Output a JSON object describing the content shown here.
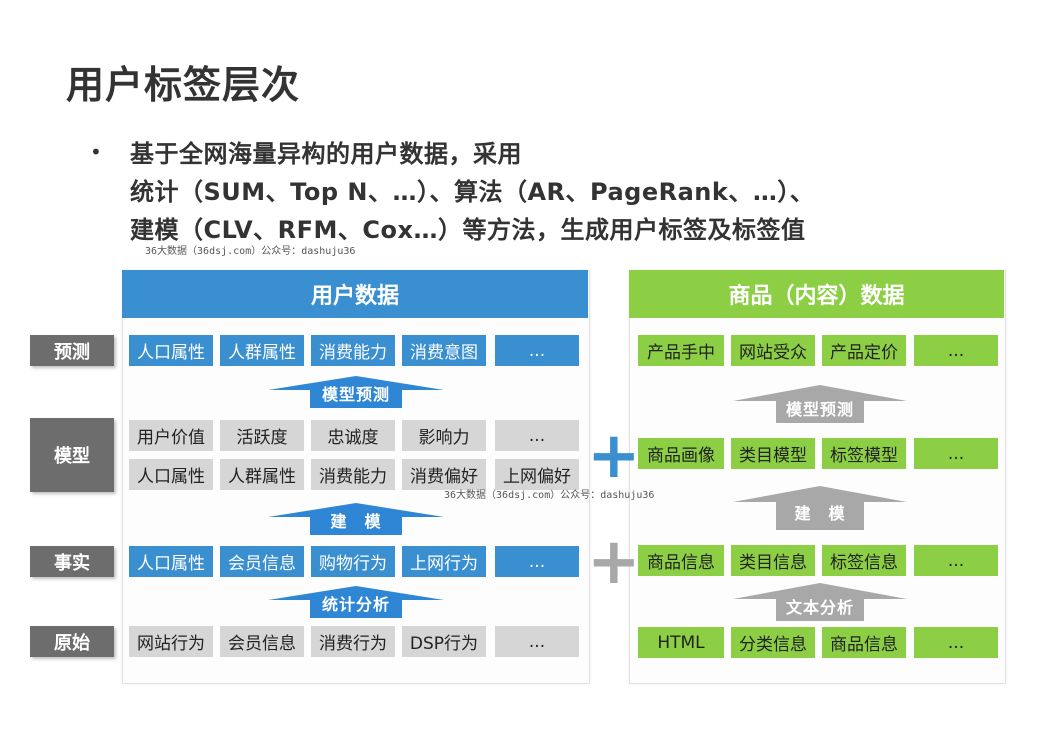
{
  "title": "用户标签层次",
  "bullet": {
    "line1": "基于全网海量异构的用户数据，采用",
    "line2": "统计（SUM、Top N、…）、算法（AR、PageRank、…）、",
    "line3": "建模（CLV、RFM、Cox…）等方法，生成用户标签及标签值"
  },
  "watermarks": {
    "w1": "36大数据（36dsj.com）公众号：dashuju36",
    "w2": "36大数据（36dsj.com）公众号：dashuju36"
  },
  "row_labels": [
    "预测",
    "模型",
    "事实",
    "原始"
  ],
  "user_panel": {
    "header": "用户数据",
    "predict": [
      "人口属性",
      "人群属性",
      "消费能力",
      "消费意图",
      "..."
    ],
    "model_row1": [
      "用户价值",
      "活跃度",
      "忠诚度",
      "影响力",
      "..."
    ],
    "model_row2": [
      "人口属性",
      "人群属性",
      "消费能力",
      "消费偏好",
      "上网偏好"
    ],
    "fact": [
      "人口属性",
      "会员信息",
      "购物行为",
      "上网行为",
      "..."
    ],
    "raw": [
      "网站行为",
      "会员信息",
      "消费行为",
      "DSP行为",
      "..."
    ],
    "arrows": [
      "模型预测",
      "建　模",
      "统计分析"
    ]
  },
  "product_panel": {
    "header": "商品（内容）数据",
    "predict": [
      "产品手中",
      "网站受众",
      "产品定价",
      "..."
    ],
    "model": [
      "商品画像",
      "类目模型",
      "标签模型",
      "..."
    ],
    "fact": [
      "商品信息",
      "类目信息",
      "标签信息",
      "..."
    ],
    "raw": [
      "HTML",
      "分类信息",
      "商品信息",
      "..."
    ],
    "arrows": [
      "模型预测",
      "建　模",
      "文本分析"
    ]
  },
  "plus_signs": [
    "+",
    "+"
  ],
  "colors": {
    "user_header": "#3a8fd1",
    "product_header": "#8ccf44",
    "blue_cell": "#3a8fd1",
    "gray_cell": "#d6d6d6",
    "green_cell": "#8ccf44",
    "row_label": "#6d6d6d",
    "blue_arrow": "#2e86d4",
    "gray_arrow": "#a8a8a8",
    "plus_blue": "#3a8fd1",
    "plus_gray": "#a8a8a8"
  }
}
